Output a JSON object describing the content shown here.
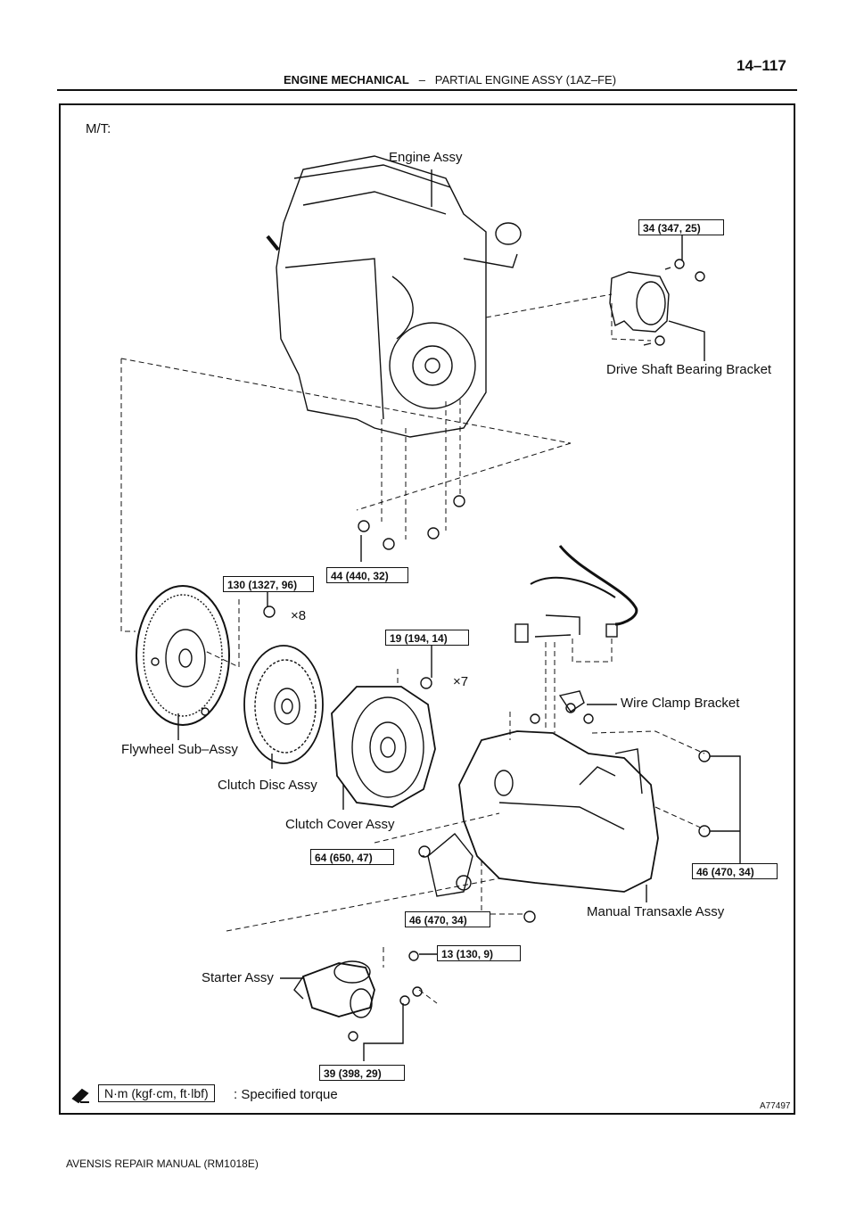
{
  "header": {
    "page_number": "14–117",
    "section": "ENGINE MECHANICAL",
    "separator": "–",
    "subsection": "PARTIAL ENGINE ASSY (1AZ–FE)"
  },
  "diagram": {
    "variant_label": "M/T:",
    "parts": {
      "engine": "Engine Assy",
      "drive_shaft_bracket": "Drive Shaft Bearing Bracket",
      "flywheel": "Flywheel Sub–Assy",
      "clutch_disc": "Clutch Disc Assy",
      "clutch_cover": "Clutch Cover Assy",
      "wire_clamp": "Wire Clamp Bracket",
      "transaxle": "Manual Transaxle Assy",
      "starter": "Starter Assy"
    },
    "torques": {
      "t34": "34 (347, 25)",
      "t44": "44 (440, 32)",
      "t130": "130 (1327, 96)",
      "t19": "19 (194, 14)",
      "t64": "64 (650, 47)",
      "t46a": "46 (470, 34)",
      "t46b": "46 (470, 34)",
      "t13": "13 (130, 9)",
      "t39": "39 (398, 29)"
    },
    "multipliers": {
      "x8": "×8",
      "x7": "×7"
    },
    "legend": {
      "unit": "N·m (kgf·cm, ft·lbf)",
      "text": ": Specified torque"
    },
    "figure_code": "A77497"
  },
  "footer": {
    "manual": "AVENSIS REPAIR MANUAL   (RM1018E)"
  }
}
